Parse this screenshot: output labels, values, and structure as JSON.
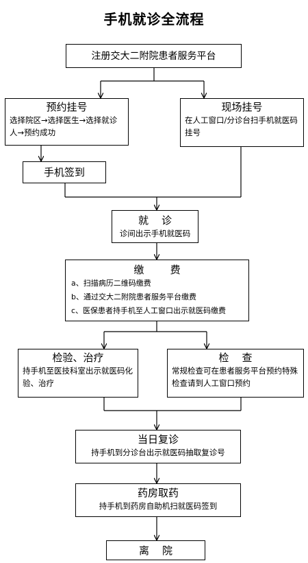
{
  "title": "手机就诊全流程",
  "steps": {
    "register": {
      "title": "注册交大二附院患者服务平台"
    },
    "booking": {
      "title": "预约挂号",
      "detail": "选择院区→选择医生→选择就诊人→预约成功"
    },
    "onsite": {
      "title": "现场挂号",
      "detail": "在人工窗口/分诊台扫手机就医码挂号"
    },
    "checkin": {
      "title": "手机签到"
    },
    "consult": {
      "title": "就    诊",
      "detail": "诊间出示手机就医码"
    },
    "payment": {
      "title": "缴        费",
      "options": [
        "a、扫描病历二维码缴费",
        "b、通过交大二附院患者服务平台缴费",
        "c、医保患者持手机至人工窗口出示就医码缴费"
      ]
    },
    "lab": {
      "title": "检验、治疗",
      "detail": "持手机至医技科室出示就医码化验、治疗"
    },
    "exam": {
      "title": "检    查",
      "detail": "常规检查可在患者服务平台预约特殊检查请到人工窗口预约"
    },
    "followup": {
      "title": "当日复诊",
      "detail": "持手机到分诊台出示就医码抽取复诊号"
    },
    "pharmacy": {
      "title": "药房取药",
      "detail": "持手机到药房自助机扫就医码签到"
    },
    "leave": {
      "title": "离    院"
    }
  }
}
